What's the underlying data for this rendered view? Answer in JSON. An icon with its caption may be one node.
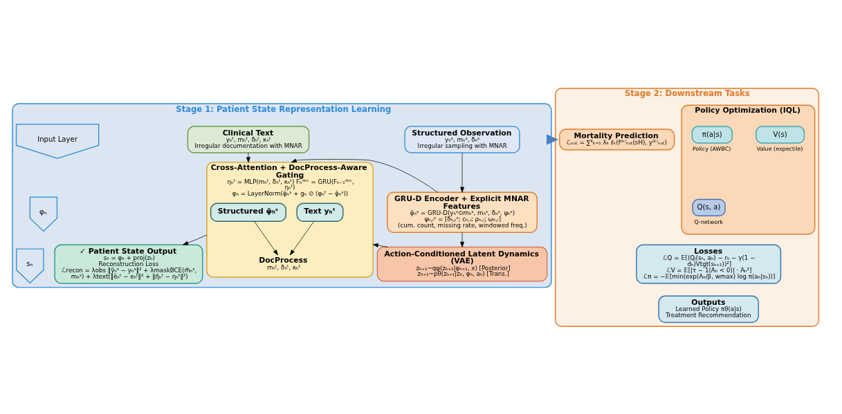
{
  "diagram": {
    "nodes": [
      {
        "text": [
          "Stage 1: Patient State Representation Learning"
        ]
      },
      {
        "text": [
          "Structured Observation",
          "yₕˢ, mₕˢ, δₕˢ",
          "Irregular sampling with MNAR"
        ],
        "in": 0
      },
      {
        "text": [
          "GRU-D Encoder + Explicit MNAR Features",
          "φ̄ₕˢ = GRU-D(yₕˢ⊙mₕˢ, mₕˢ, δₕˢ, ψₕˢ)",
          "ψₕ,ᵢˢ = [δₕ,ᵢˢ; cₕ,ᵢ; ρₕ,ᵢ; ωₕ,ᵢ]",
          "(cum. count, missing rate, windowed freq.)"
        ],
        "in": 0
      },
      {
        "text": [
          "Action-Conditioned Latent Dynamics (VAE)",
          "zₕ₊₁~qψ(zₕ₊₁|φₕ₊₁, x) [Posterior]",
          "zₕ₊₁~pθ(zₕ₊₁|zₕ, φₕ, aₕ) [Trans.]"
        ],
        "in": 0
      },
      {
        "text": [
          "Clinical Text",
          "yₕᵗ, mₕᵗ, δₕᵗ, κₕᵗ",
          "Irregular documentation with MNAR"
        ],
        "in": 0
      },
      {
        "text": [
          "Cross-Attention + DocProcess-Aware Gating",
          "ηₕᵗ = MLP(mₕᵗ, δₕᵗ, κₕᵗ) Fₕᵈᵒᶜ = GRU(Fₕ₋₁ᵈᵒᶜ, ηₕᵗ)",
          "φₕ = LayerNorm(φ̄ₕˢ + gₕ ⊙ (φₕᵗ − φ̄ₕˢ))"
        ],
        "in": 0
      },
      {
        "text": [
          "Structured φ̄ₕˢ"
        ],
        "in": 5
      },
      {
        "text": [
          "Text yₕᵗ"
        ],
        "in": 5
      },
      {
        "text": [
          "DocProcess",
          "mₕᵗ, δₕᵗ, κₕᵗ"
        ],
        "in": 5
      },
      {
        "text": [
          "✓ Patient State Output",
          "sₕ = φₕ + proj(zₕ)",
          "Reconstruction Loss",
          "ℒrecon = λobs ‖ỹₕˢ − yₕˢ‖² + λmaskBCE(m̃ₕˢ, mₕˢ) + λtext(‖ẽₕᵗ − eₕᵗ‖² + ‖η̃ₕᵗ − ηₕᵗ‖²)"
        ],
        "in": 0
      },
      {
        "text": [
          "Input Layer"
        ],
        "in": 0
      },
      {
        "text": [
          "φₕ"
        ],
        "in": 0
      },
      {
        "text": [
          "sₕ"
        ],
        "in": 0
      },
      {
        "text": [
          "Stage 2: Downstream Tasks"
        ]
      },
      {
        "text": [
          "Mortality Prediction",
          "ℒₒᵤₜ = ∑ᴷₖ₌₁ λₖ ℓₖ(f⁽ᵏ⁾ₒᵤₜ(sH), y⁽ᵏ⁾ₒᵤₜ)"
        ],
        "in": 13
      },
      {
        "text": [
          "Policy Optimization (IQL)"
        ],
        "in": 13
      },
      {
        "text": [
          "Q(s, a)"
        ],
        "in": 15,
        "beside": [
          "Q-network"
        ]
      },
      {
        "text": [
          "V(s)"
        ],
        "in": 15,
        "beside": [
          "Value (expectile)"
        ]
      },
      {
        "text": [
          "π(a|s)"
        ],
        "in": 15,
        "beside": [
          "Policy (AWBC)"
        ]
      },
      {
        "text": [
          "Losses",
          "ℒQ = 𝔼[(Qⱼ(sₕ, aₕ) − rₕ − γ(1 − dₕ)Vtgt(sₕ₊₁))²]",
          "ℒV = 𝔼[|τ − 1(Aₕ < 0)| · Aₕ²]",
          "ℒπ = −𝔼[min(exp(Aₕ/β, wmax) log π(aₕ|sₕ))]"
        ],
        "in": 13
      },
      {
        "text": [
          "Outputs",
          "Learned Policy πθ(a|s)",
          "Treatment Recommendation"
        ],
        "in": 13
      }
    ],
    "edges": [
      {
        "from": 1,
        "to": 2,
        "arrow": "to"
      },
      {
        "from": 2,
        "to": 3,
        "arrow": "to"
      },
      {
        "from": 4,
        "to": 5,
        "arrow": "to"
      },
      {
        "from": 2,
        "to": 5,
        "arrow": "to"
      },
      {
        "from": 3,
        "to": 5,
        "arrow": "to"
      },
      {
        "from": 6,
        "to": 8,
        "arrow": "to"
      },
      {
        "from": 7,
        "to": 8,
        "arrow": "to"
      },
      {
        "from": 5,
        "to": 9,
        "arrow": "to"
      },
      {
        "from": 0,
        "to": 13,
        "arrow": "to",
        "style": "thick",
        "color": "#4a7fc0"
      }
    ]
  }
}
